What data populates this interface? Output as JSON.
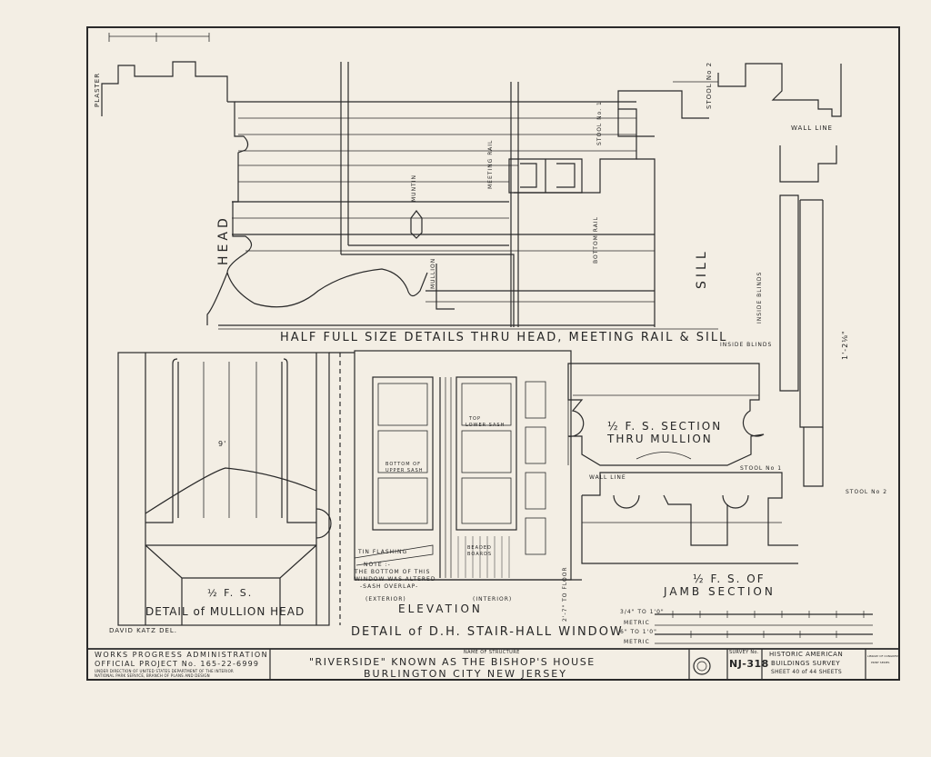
{
  "drawing_labels": {
    "half_full_size_title": "HALF FULL SIZE DETAILS THRU HEAD, MEETING RAIL & SILL",
    "head": "HEAD",
    "sill": "SILL",
    "plaster": "PLASTER",
    "stool_no1_top": "STOOL No. 1",
    "stool_no2_top": "STOOL No 2",
    "meeting_rail": "MEETING RAIL",
    "muntin": "MUNTIN",
    "bottom_rail": "BOTTOM RAIL",
    "mullion": "MULLION",
    "wall_line_top": "WALL LINE",
    "inside_blinds": "INSIDE BLINDS",
    "inside_blinds_vert": "INSIDE BLINDS",
    "mullion_section_1": "½ F. S. SECTION",
    "mullion_section_2": "THRU MULLION",
    "stool_no1": "STOOL No 1",
    "stool_no2": "STOOL No 2",
    "wall_line": "WALL LINE",
    "jamb_1": "½ F. S. OF",
    "jamb_2": "JAMB SECTION",
    "mullion_head_scale": "½ F. S.",
    "detail_mullion_head": "DETAIL of MULLION HEAD",
    "elevation": "ELEVATION",
    "exterior": "(EXTERIOR)",
    "interior": "(INTERIOR)",
    "tin_flashing": "TIN FLASHING",
    "note_1": "NOTE :-",
    "note_2": "THE BOTTOM OF THIS",
    "note_3": "WINDOW WAS ALTERED",
    "note_4": "-SASH OVERLAP-",
    "top_lower_sash_1": "TOP",
    "top_lower_sash_2": "LOWER SASH",
    "bottom_upper_sash_1": "BOTTOM OF",
    "bottom_upper_sash_2": "UPPER SASH",
    "beaded_boards_1": "BEADED",
    "beaded_boards_2": "BOARDS",
    "to_floor": "2'-7\" TO FLOOR",
    "detail_dh": "DETAIL of D.H. STAIR-HALL WINDOW",
    "delineator": "DAVID KATZ DEL.",
    "dim_9": "9'",
    "dim_1_2_16": "1'-2⅛\""
  },
  "scale_bar": {
    "label_1": "3/4\" TO 1'0\"",
    "label_2": "METRIC",
    "label_3": "6\" TO 1'0\"",
    "label_4": "METRIC"
  },
  "title_block": {
    "agency_line_1": "WORKS PROGRESS ADMINISTRATION",
    "agency_line_2": "OFFICIAL PROJECT No. 165-22-6999",
    "agency_line_3": "UNDER DIRECTION OF UNITED STATES DEPARTMENT OF THE INTERIOR",
    "agency_line_4": "NATIONAL PARK SERVICE, BRANCH OF PLANS AND DESIGN",
    "name_header": "NAME OF STRUCTURE",
    "structure_name": "\"RIVERSIDE\" KNOWN AS THE BISHOP'S HOUSE",
    "location": "BURLINGTON CITY   NEW JERSEY",
    "survey_header": "SURVEY No.",
    "survey_no": "NJ-318",
    "habs_1": "HISTORIC AMERICAN",
    "habs_2": "BUILDINGS SURVEY",
    "sheet": "SHEET 40 of 44 SHEETS",
    "library_1": "LIBRARY OF CONGRESS",
    "library_2": "PRINT SERIES"
  }
}
